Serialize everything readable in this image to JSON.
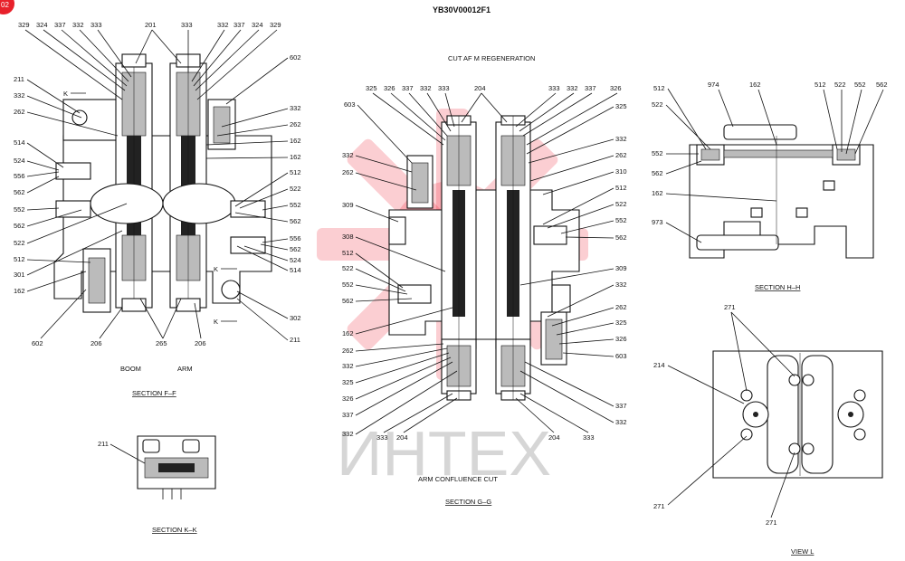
{
  "header": {
    "doc_id": "YB30V00012F1",
    "corner_badge": "02"
  },
  "captions": {
    "cut_top": "CUT     AF M REGENERATION",
    "cut_bottom": "ARM CONFLUENCE      CUT",
    "boom": "BOOM",
    "arm": "ARM",
    "section_ff": "SECTION  F–F",
    "section_gg": "SECTION  G–G",
    "section_hh": "SECTION  H–H",
    "section_kk": "SECTION  K–K",
    "view_l": "VIEW  L",
    "k": "K"
  },
  "watermark": {
    "text": "ИНТЕХ",
    "color": "#e8212b"
  },
  "callouts": {
    "ff_top": [
      "329",
      "324",
      "337",
      "332",
      "333",
      "201",
      "333",
      "332",
      "337",
      "324",
      "329"
    ],
    "ff_left": [
      "211",
      "332",
      "262",
      "514",
      "524",
      "556",
      "562",
      "552",
      "562",
      "522",
      "512",
      "301",
      "162"
    ],
    "ff_right": [
      "602",
      "332",
      "262",
      "162",
      "162",
      "512",
      "522",
      "552",
      "562",
      "556",
      "562",
      "524",
      "514"
    ],
    "ff_bottom": [
      "602",
      "206",
      "265",
      "206",
      "302",
      "211"
    ],
    "gg_top": [
      "325",
      "326",
      "337",
      "332",
      "333",
      "204",
      "333",
      "332",
      "337",
      "326"
    ],
    "gg_left": [
      "603",
      "332",
      "262",
      "309",
      "308",
      "512",
      "522",
      "552",
      "562",
      "162",
      "262",
      "332",
      "325",
      "326",
      "337",
      "332"
    ],
    "gg_right": [
      "325",
      "332",
      "262",
      "310",
      "512",
      "522",
      "552",
      "562",
      "309",
      "332",
      "262",
      "325",
      "326",
      "603",
      "337",
      "332"
    ],
    "gg_bottom": [
      "333",
      "204",
      "204",
      "333"
    ],
    "hh": [
      "512",
      "974",
      "162",
      "512",
      "522",
      "552",
      "562",
      "522",
      "552",
      "562",
      "162",
      "973"
    ],
    "view_l": [
      "271",
      "214",
      "271",
      "271"
    ],
    "kk": [
      "211"
    ]
  }
}
